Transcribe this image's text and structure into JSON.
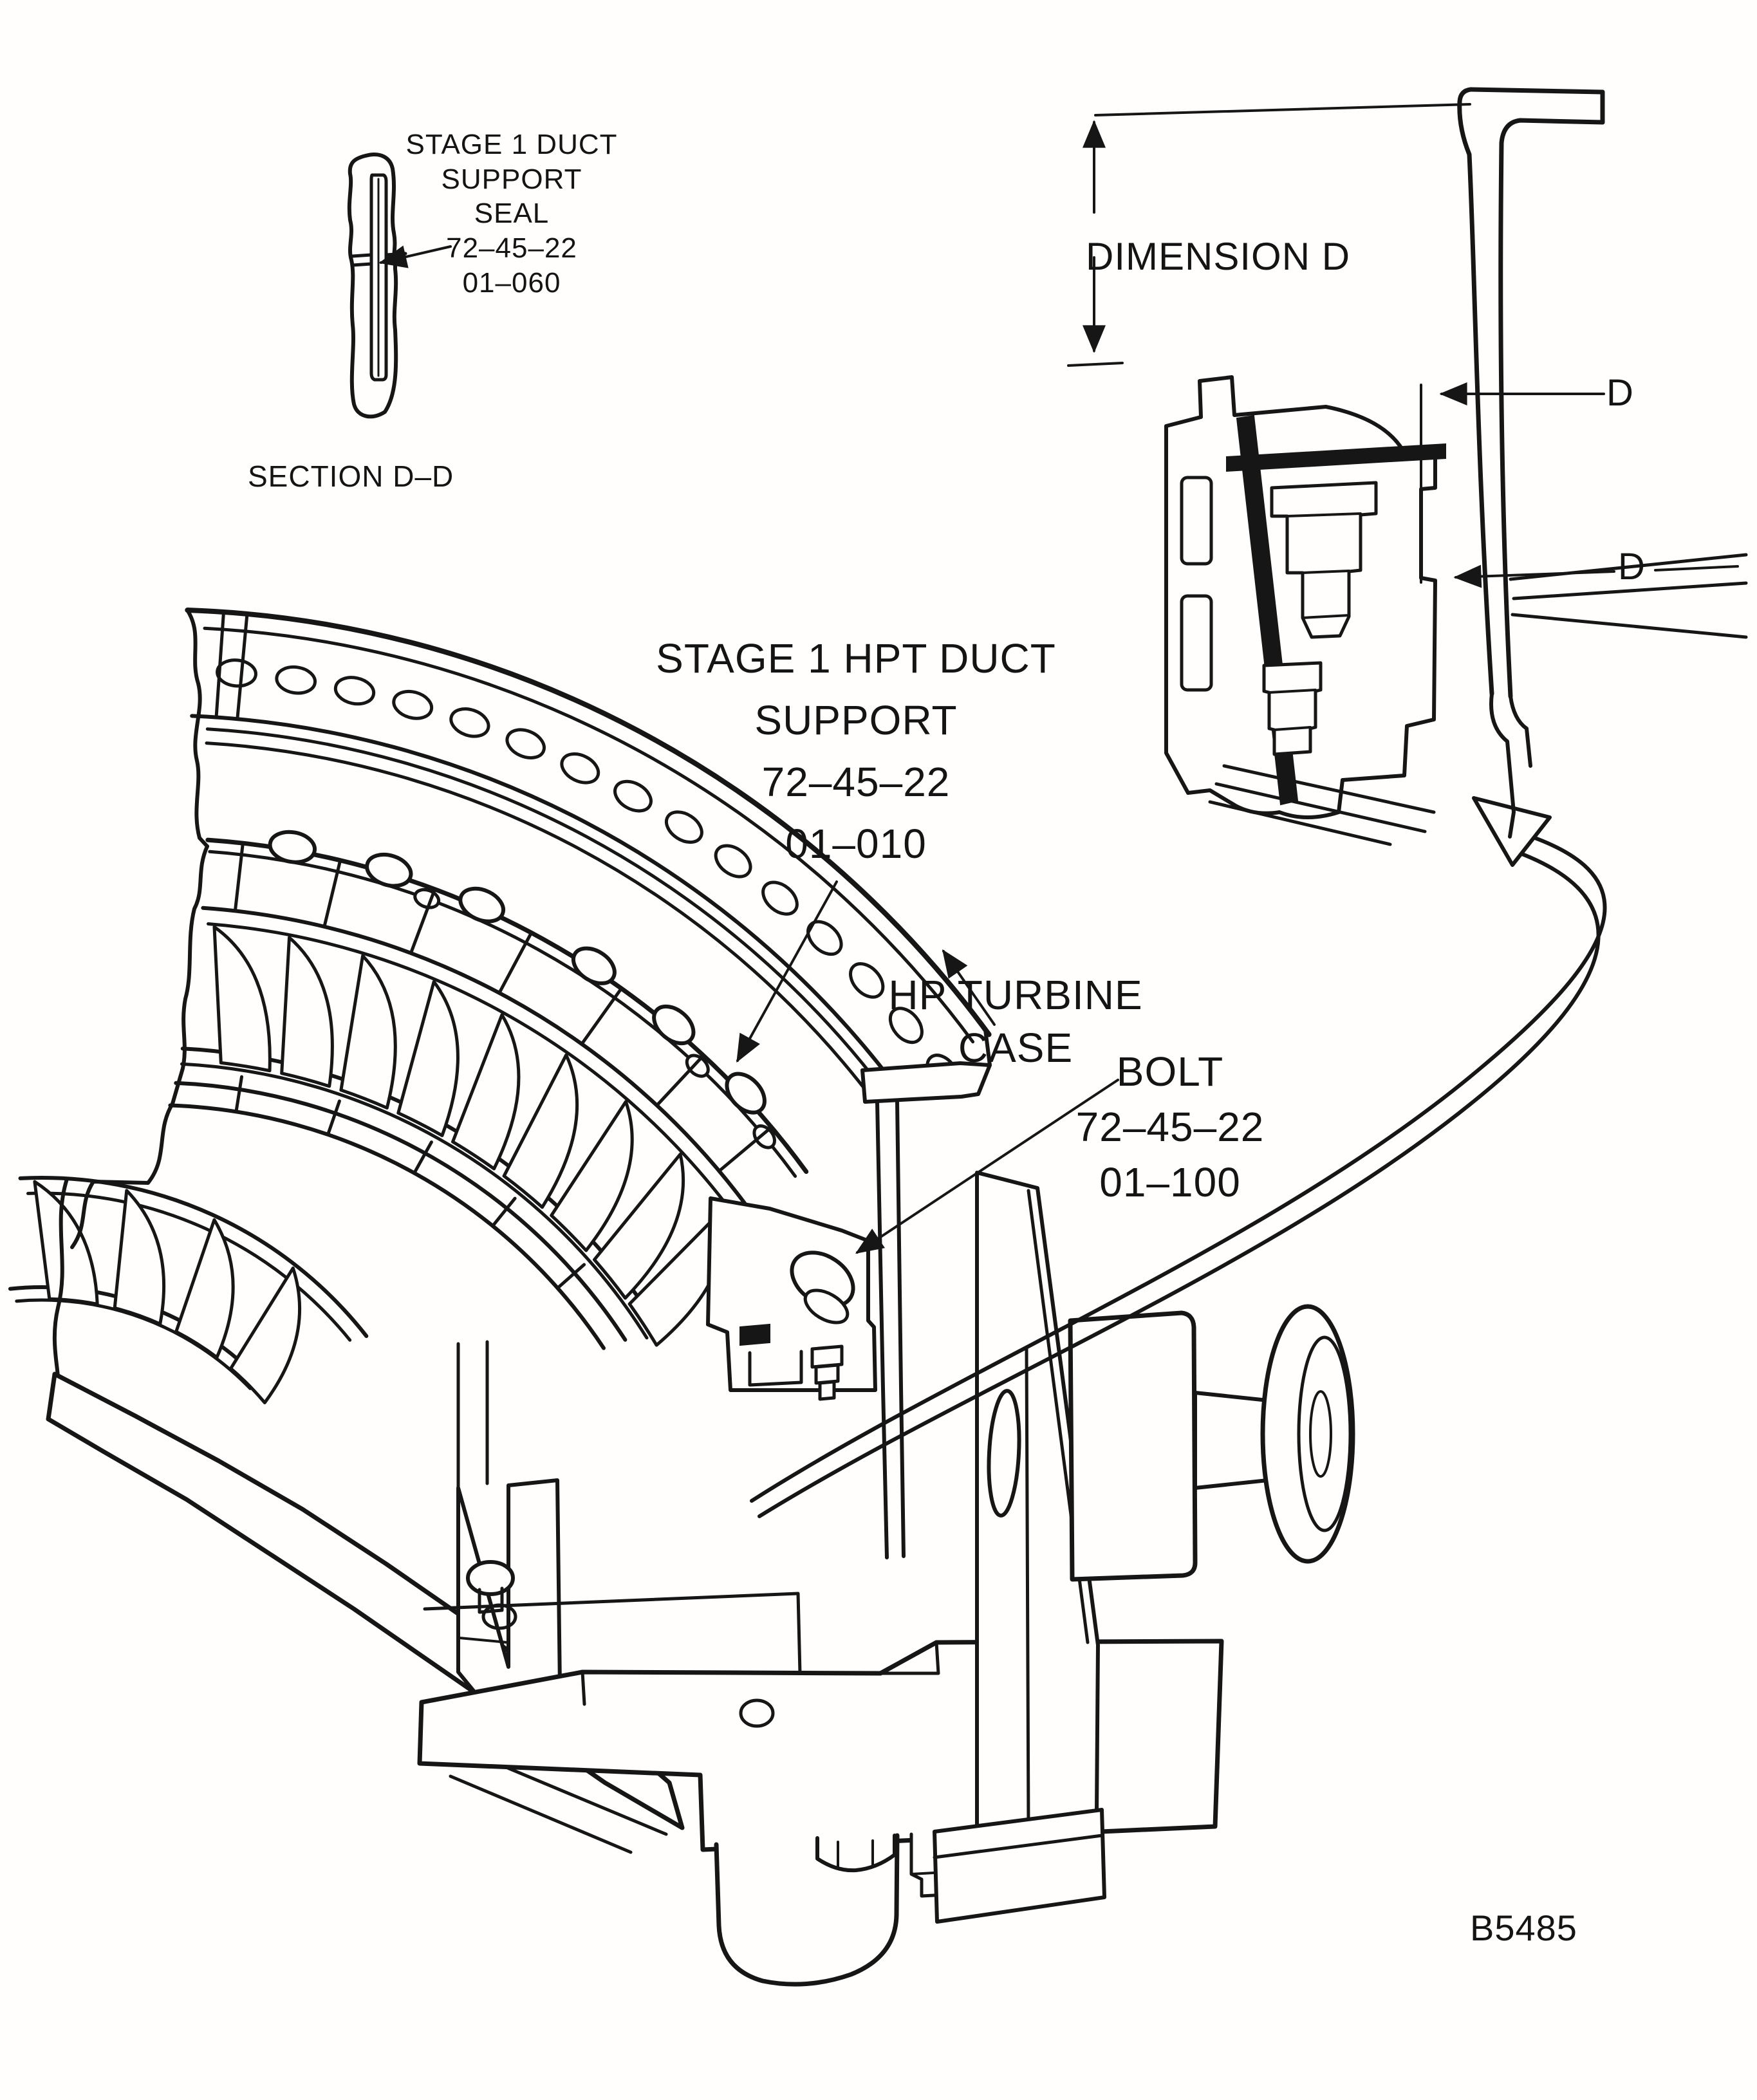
{
  "doc": {
    "type": "maintenance-manual-figure",
    "figure_code": "B5485",
    "line_color": "#161616",
    "paper_color": "#fffefd"
  },
  "labels": {
    "seal_support": "STAGE 1 DUCT\nSUPPORT\nSEAL\n72–45–22\n01–060",
    "section_dd": "SECTION D–D",
    "dimension_d": "DIMENSION D",
    "d_upper": "D",
    "d_lower": "D",
    "hpt_support": "STAGE 1 HPT DUCT\nSUPPORT\n72–45–22\n01–010",
    "hp_turbine_case": "HP TURBINE\nCASE",
    "bolt": "BOLT\n72–45–22\n01–100",
    "figure_code": "B5485"
  }
}
